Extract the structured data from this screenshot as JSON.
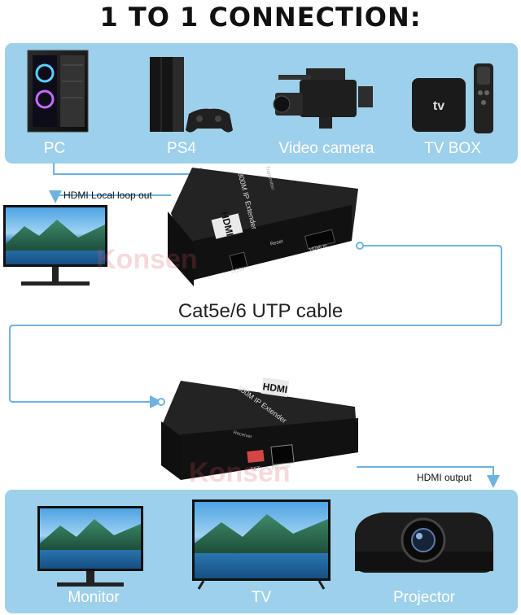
{
  "title": "1 TO 1 CONNECTION:",
  "sources": [
    {
      "label": "PC",
      "icon": "pc-tower-icon"
    },
    {
      "label": "PS4",
      "icon": "ps4-console-icon"
    },
    {
      "label": "Video camera",
      "icon": "video-camera-icon"
    },
    {
      "label": "TV BOX",
      "icon": "tv-box-icon"
    }
  ],
  "loop_out_label": "HDMI Local loop out",
  "cable_label": "Cat5e/6 UTP cable",
  "output_label": "HDMI output",
  "transmitter": {
    "model_text": "300M IP Extender",
    "brand_text": "HDMI",
    "side_text": "Transmitter",
    "port_hdmi": "HDMI In",
    "port_dc": "DC/5V",
    "port_reset": "Reset"
  },
  "receiver": {
    "model_text": "300M IP Extender",
    "brand_text": "HDMI",
    "side_text": "Receiver",
    "port_eth": "Ethernet",
    "port_set": "SET"
  },
  "displays": [
    {
      "label": "Monitor",
      "icon": "monitor-icon"
    },
    {
      "label": "TV",
      "icon": "tv-icon"
    },
    {
      "label": "Projector",
      "icon": "projector-icon"
    }
  ],
  "watermark": "Konsen",
  "colors": {
    "band": "#9dd0ea",
    "line": "#6fb3e0",
    "device": "#1b1b1b"
  }
}
